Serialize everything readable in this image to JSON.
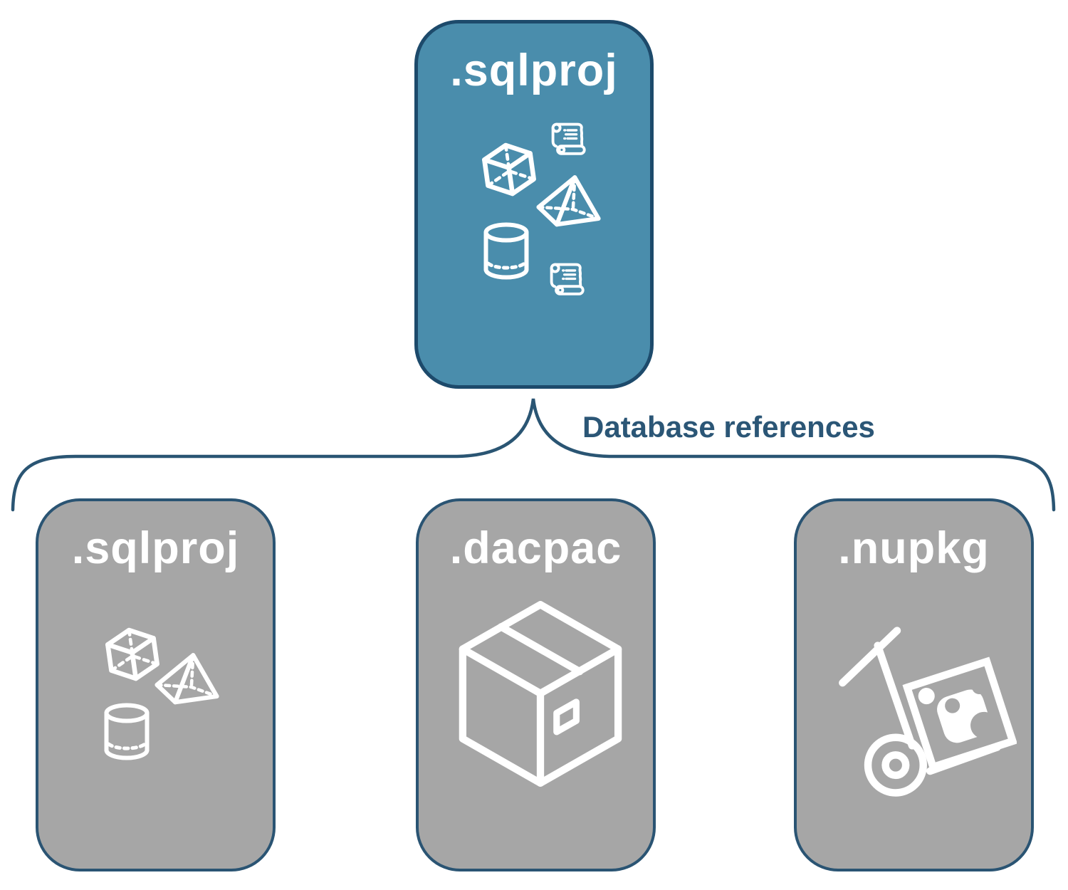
{
  "parent_card": {
    "label": ".sqlproj"
  },
  "connector": {
    "label": "Database references"
  },
  "child_cards": [
    {
      "label": ".sqlproj"
    },
    {
      "label": ".dacpac"
    },
    {
      "label": ".nupkg"
    }
  ],
  "colors": {
    "parent_fill": "#4a8dac",
    "child_fill": "#a6a6a6",
    "outline_navy": "#2a5573",
    "parent_border": "#1d4a6b",
    "connector_text": "#2b5676",
    "icon_white": "#ffffff"
  },
  "icons": {
    "parent": [
      "script-scroll",
      "cube",
      "pyramid",
      "cylinder",
      "script-scroll"
    ],
    "child_sqlproj": [
      "cube",
      "pyramid",
      "cylinder"
    ],
    "child_dacpac": [
      "package-box"
    ],
    "child_nupkg": [
      "nuget-hand-truck"
    ]
  }
}
